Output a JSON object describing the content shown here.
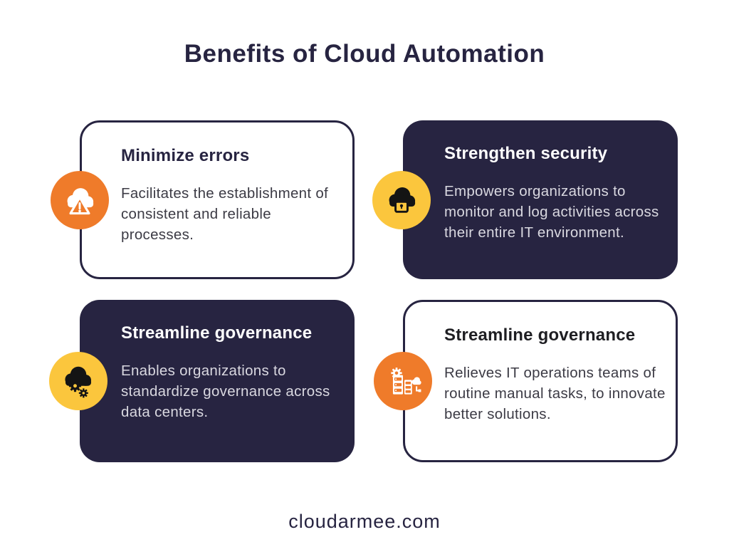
{
  "page": {
    "title": "Benefits of Cloud Automation",
    "footer": "cloudarmee.com"
  },
  "palette": {
    "navy": "#272441",
    "orange": "#EF7B2A",
    "yellow": "#FBC63D",
    "ink-black": "#1E1E22",
    "body-on-light": "#3C3B45",
    "body-on-dark": "#D9D8E0",
    "icon-dark": "#141414",
    "bg": "#FFFFFF"
  },
  "cards": [
    {
      "title": "Minimize errors",
      "body": "Facilitates the establishment of consistent and reliable processes.",
      "theme": "light",
      "icon": "cloud-warning-icon",
      "icon_color": "#EF7B2A"
    },
    {
      "title": "Strengthen security",
      "body": "Empowers organizations to monitor and log activities across their entire IT environment.",
      "theme": "dark",
      "icon": "cloud-lock-icon",
      "icon_color": "#FBC63D"
    },
    {
      "title": "Streamline governance",
      "body": "Enables organizations to standardize governance across data centers.",
      "theme": "dark",
      "icon": "cloud-gears-icon",
      "icon_color": "#FBC63D"
    },
    {
      "title": "Streamline governance",
      "body": "Relieves IT operations teams of routine manual tasks, to innovate better solutions.",
      "theme": "light",
      "icon": "server-automation-icon",
      "icon_color": "#EF7B2A"
    }
  ]
}
